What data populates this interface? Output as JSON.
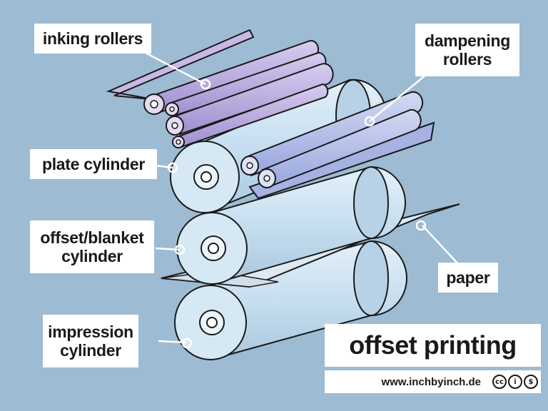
{
  "labels": {
    "inking_rollers": "inking rollers",
    "dampening_rollers": "dampening\nrollers",
    "plate_cylinder": "plate cylinder",
    "offset_blanket_cylinder": "offset/blanket\ncylinder",
    "impression_cylinder": "impression\ncylinder",
    "paper": "paper"
  },
  "title": "offset printing",
  "website": "www.inchbyinch.de",
  "license_icons": [
    "cc-icon",
    "by-icon",
    "nc-icon"
  ],
  "license_glyphs": [
    "cc",
    "i",
    "$"
  ],
  "colors": {
    "background": "#9dbbd3",
    "cylinder": "#c9e0ee",
    "inking_roller": "#b9a8dc",
    "dampening_roller": "#b3bde8",
    "paper": "#dde9f3",
    "label_bg": "#ffffff"
  }
}
